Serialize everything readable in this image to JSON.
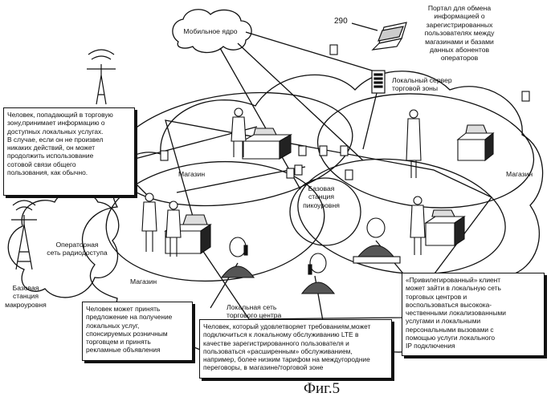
{
  "labels": {
    "mobile_core": "Мобильное ядро",
    "ref_290": "290",
    "portal": "Портал для обмена\nинформацией о\nзарегистрированных\nпользователях между\nмагазинами и базами\nданных абонентов\nоператоров",
    "local_server": "Локальный сервер\nторговой зоны",
    "shop_left_top": "Магазин",
    "shop_right": "Магазин",
    "shop_left_bottom": "Магазин",
    "pico_bs": "Базовая\nстанция\nпикоуровня",
    "operator_ran": "Операторная\nсеть радиодоступа",
    "macro_bs": "Базовая\nстанция\nмакроуровня",
    "mall_network": "Локальная сеть\nторгового центра"
  },
  "boxes": {
    "entering_person": "Человек, попадающий в торговую\nзону,принимает информацию о\nдоступных локальных услугах.\nВ случае, если он не произвел\nникаких действий, он может\nпродолжить использование\nсотовой связи общего\nпользования, как обычно.",
    "accept_offer": "Человек может принять\nпредложение на получение\nлокальных услуг,\nспонсируемых розничным\nторговцем и принять\nрекламные объявления",
    "lte_user": "Человек, который удовлетворяет требованиям,может\nподключиться к локальному обслуживанию LTE в\nкачестве зарегистрированного пользователя и\nпользоваться «расширенным» обслуживанием,\nнапример, более низким тарифом на междугородние\nпереговоры, в магазине/торговой зоне",
    "privileged_client": "«Привилегированный» клиент\nможет зайти в локальную сеть\nторговых центров и\nвоспользоваться высокока-\nчественными локализованными\nуслугами и локальными\nперсональными вызовами с\nпомощью услуги локального\nIP подключения"
  },
  "caption": "Фиг.5"
}
